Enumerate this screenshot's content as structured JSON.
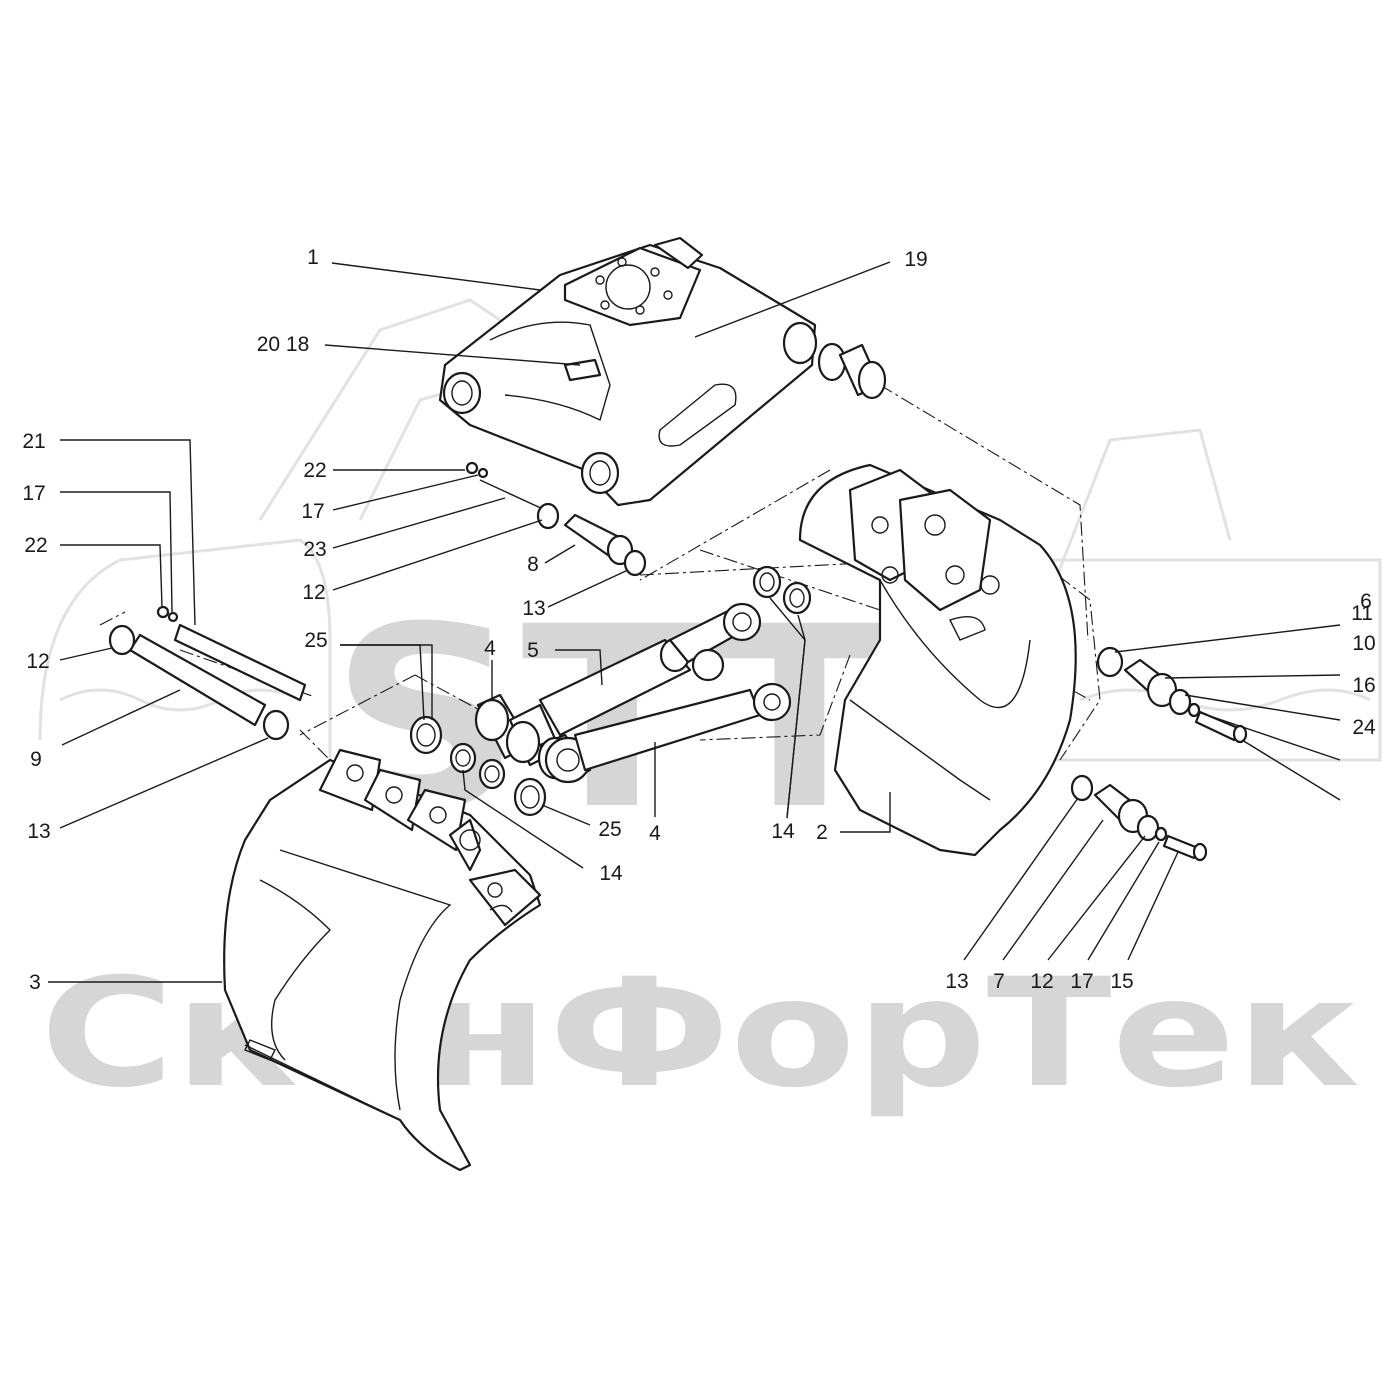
{
  "watermark": {
    "logo_text": "STT",
    "brand_text": "СканФорТек",
    "color": "#d6d6d6"
  },
  "colors": {
    "ink": "#1a1a1a",
    "background": "#ffffff"
  },
  "callouts": {
    "c1": "1",
    "c19": "19",
    "c20_18": "20  18",
    "c21": "21",
    "c17a": "17",
    "c22a": "22",
    "c22b": "22",
    "c17b": "17",
    "c23": "23",
    "c12a": "12",
    "c8": "8",
    "c13a": "13",
    "c12b": "12",
    "c25a": "25",
    "c4a": "4",
    "c5": "5",
    "c9": "9",
    "c13b": "13",
    "c25b": "25",
    "c4b": "4",
    "c14a": "14",
    "c14b": "14",
    "c2": "2",
    "c11": "11",
    "c6": "6",
    "c10": "10",
    "c16": "16",
    "c24": "24",
    "c3": "3",
    "c13c": "13",
    "c7": "7",
    "c12c": "12",
    "c17c": "17",
    "c15": "15"
  }
}
